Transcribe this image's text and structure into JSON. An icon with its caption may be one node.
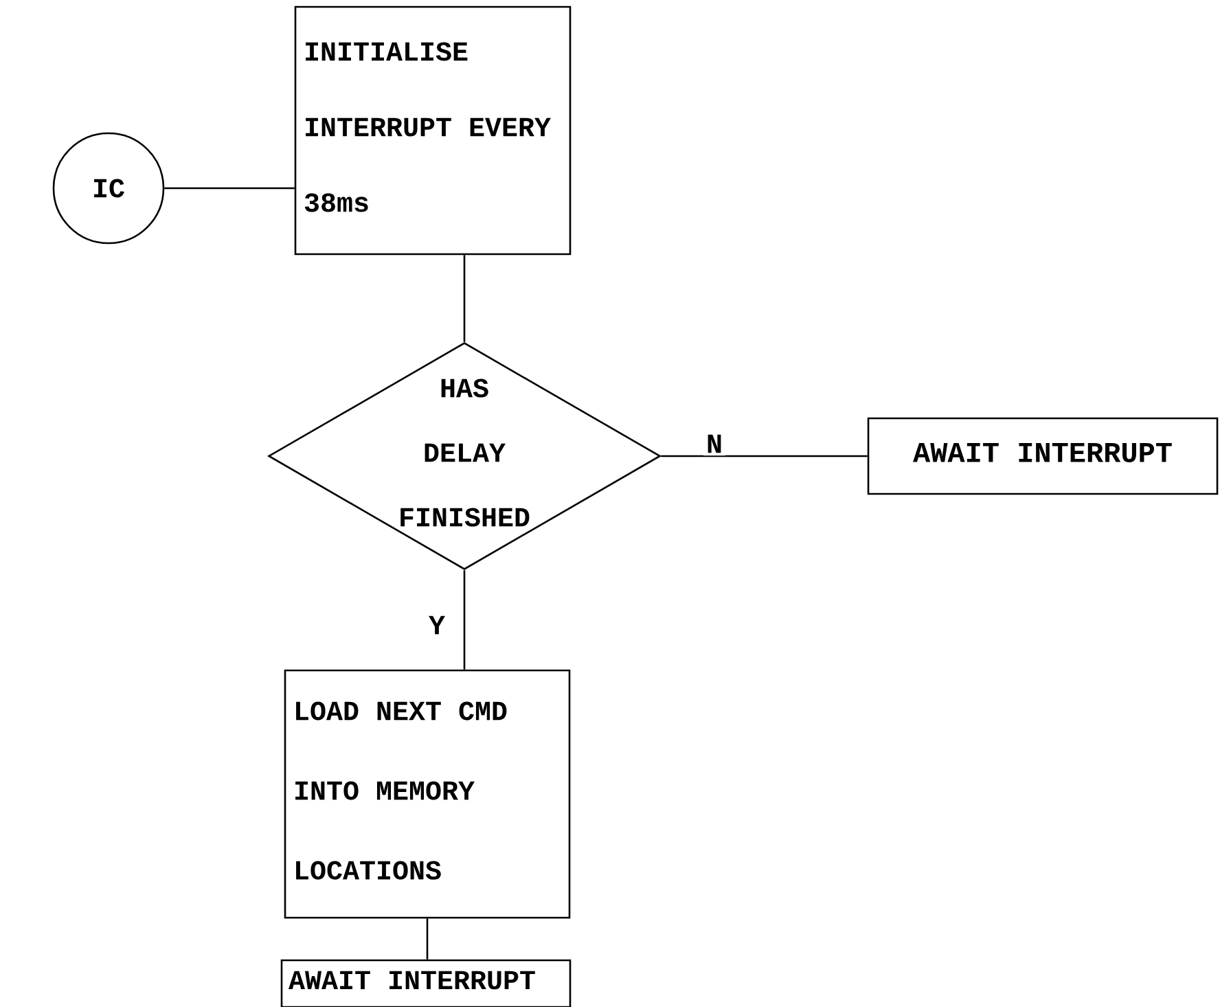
{
  "diagram": {
    "nodes": [
      {
        "text": [
          "IC"
        ]
      },
      {
        "text": [
          "INITIALISE INTERRUPT EVERY 38ms"
        ]
      },
      {
        "text": [
          "HAS DELAY FINISHED"
        ]
      },
      {
        "text": [
          "AWAIT INTERRUPT"
        ]
      },
      {
        "text": [
          "LOAD NEXT CMD INTO MEMORY LOCATIONS"
        ]
      },
      {
        "text": [
          "AWAIT INTERRUPT"
        ]
      }
    ],
    "edges": [
      {
        "from": 0,
        "to": 1,
        "arrow": "none"
      },
      {
        "from": 1,
        "to": 2,
        "arrow": "none"
      },
      {
        "from": 2,
        "to": 3,
        "arrow": "none",
        "label": "N"
      },
      {
        "from": 2,
        "to": 4,
        "arrow": "none",
        "label": "Y"
      },
      {
        "from": 4,
        "to": 5,
        "arrow": "none"
      }
    ]
  }
}
